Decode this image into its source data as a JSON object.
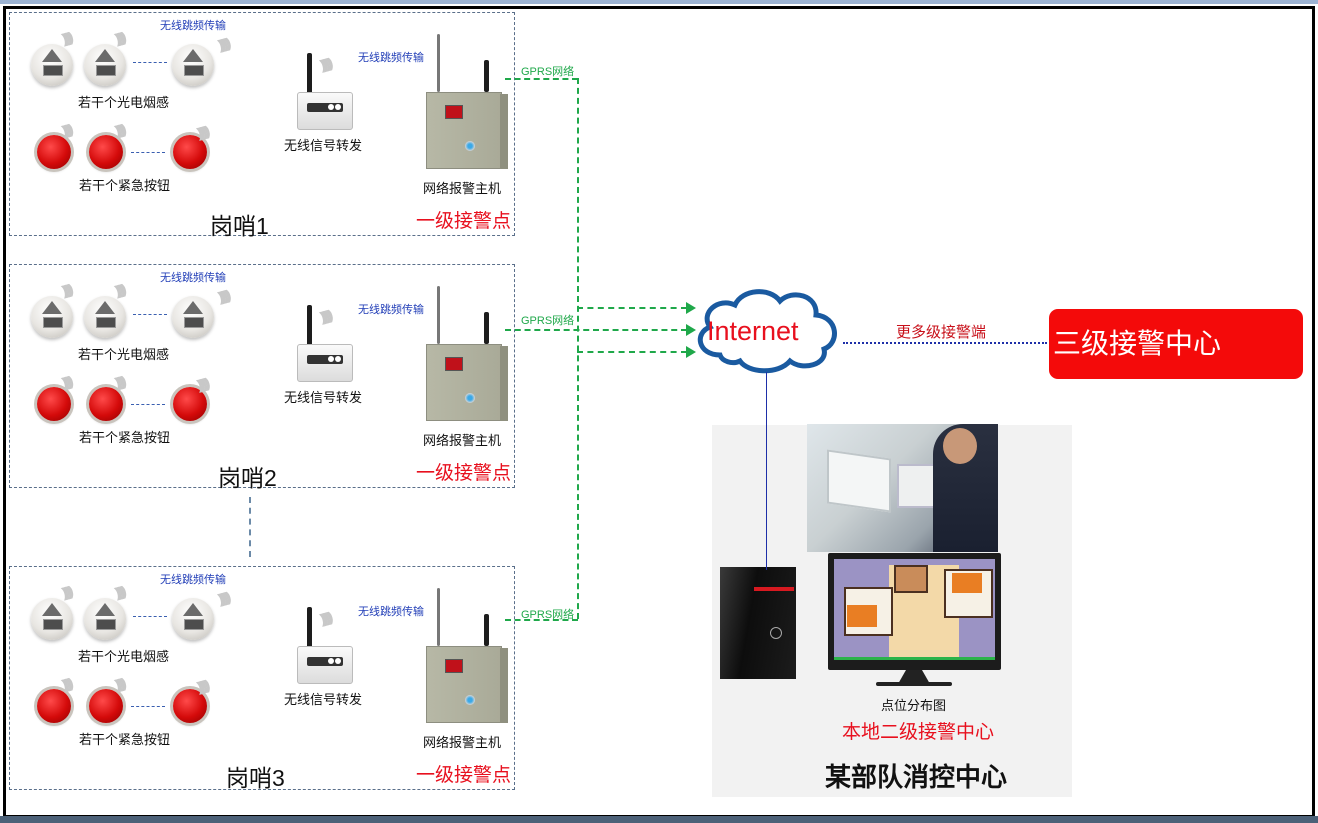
{
  "posts": [
    {
      "name": "岗哨1",
      "wireless_label_top": "无线跳频传输",
      "wireless_label_relay": "无线跳频传输",
      "smoke_label": "若干个光电烟感",
      "button_label": "若干个紧急按钮",
      "relay_label": "无线信号转发",
      "host_label": "网络报警主机",
      "level_label": "一级接警点",
      "gprs_label": "GPRS网络"
    },
    {
      "name": "岗哨2",
      "wireless_label_top": "无线跳频传输",
      "wireless_label_relay": "无线跳频传输",
      "smoke_label": "若干个光电烟感",
      "button_label": "若干个紧急按钮",
      "relay_label": "无线信号转发",
      "host_label": "网络报警主机",
      "level_label": "一级接警点",
      "gprs_label": "GPRS网络"
    },
    {
      "name": "岗哨3",
      "wireless_label_top": "无线跳频传输",
      "wireless_label_relay": "无线跳频传输",
      "smoke_label": "若干个光电烟感",
      "button_label": "若干个紧急按钮",
      "relay_label": "无线信号转发",
      "host_label": "网络报警主机",
      "level_label": "一级接警点",
      "gprs_label": "GPRS网络"
    }
  ],
  "internet": {
    "label": "Internet"
  },
  "more_levels_label": "更多级接警端",
  "level3_center": {
    "label": "三级接警中心",
    "color": "#f40a0a"
  },
  "control_center": {
    "map_caption": "点位分布图",
    "level2_label": "本地二级接警中心",
    "title": "某部队消控中心"
  },
  "colors": {
    "gprs_line": "#1fa84a",
    "wireless_text": "#2440b8",
    "level_text": "#e8101e",
    "cloud_border": "#1a5aa0"
  }
}
